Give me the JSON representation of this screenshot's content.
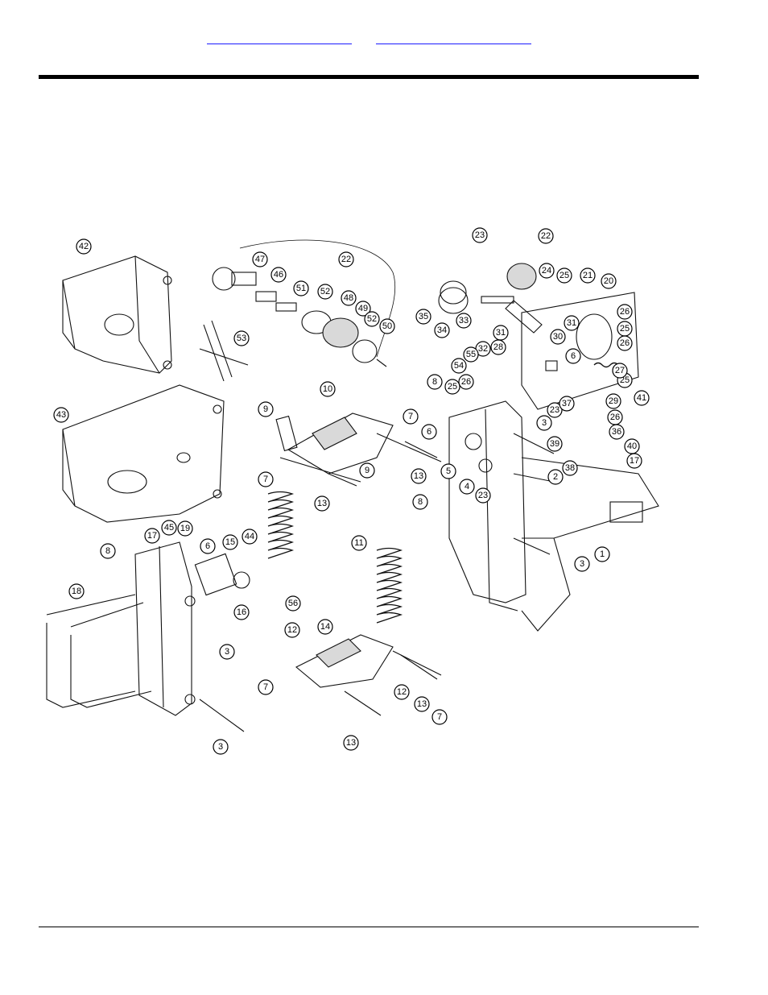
{
  "header": {
    "links": [
      {
        "label": ""
      },
      {
        "label": ""
      }
    ]
  },
  "diagram": {
    "callouts": [
      "1",
      "2",
      "3",
      "4",
      "5",
      "6",
      "7",
      "8",
      "9",
      "10",
      "11",
      "12",
      "13",
      "14",
      "15",
      "16",
      "17",
      "18",
      "19",
      "20",
      "21",
      "22",
      "23",
      "24",
      "25",
      "26",
      "27",
      "28",
      "29",
      "30",
      "31",
      "32",
      "33",
      "34",
      "35",
      "36",
      "37",
      "38",
      "39",
      "40",
      "41",
      "42",
      "43",
      "44",
      "45",
      "46",
      "47",
      "48",
      "49",
      "50",
      "51",
      "52",
      "53",
      "54",
      "55",
      "56"
    ]
  }
}
